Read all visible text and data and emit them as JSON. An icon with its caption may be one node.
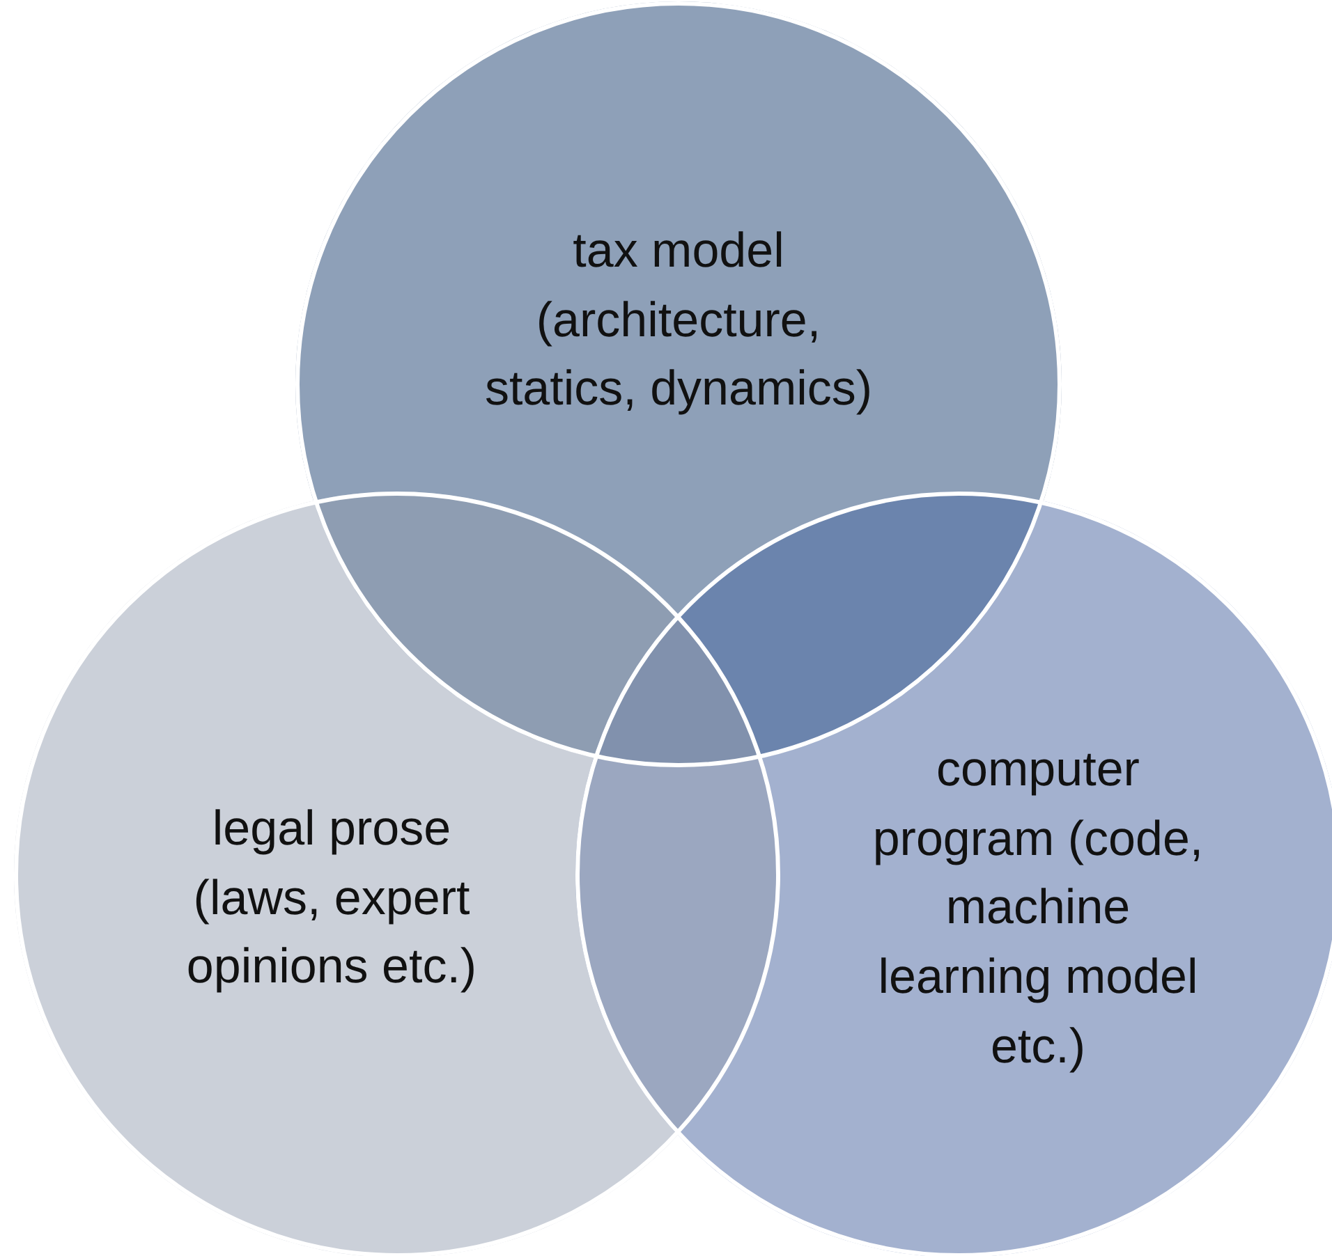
{
  "diagram": {
    "nodes": [
      {
        "text": [
          "tax model (architecture, statics, dynamics)"
        ]
      },
      {
        "text": [
          "legal prose (laws, expert opinions etc.)"
        ]
      },
      {
        "text": [
          "computer program (code, machine learning model etc.)"
        ]
      }
    ]
  }
}
